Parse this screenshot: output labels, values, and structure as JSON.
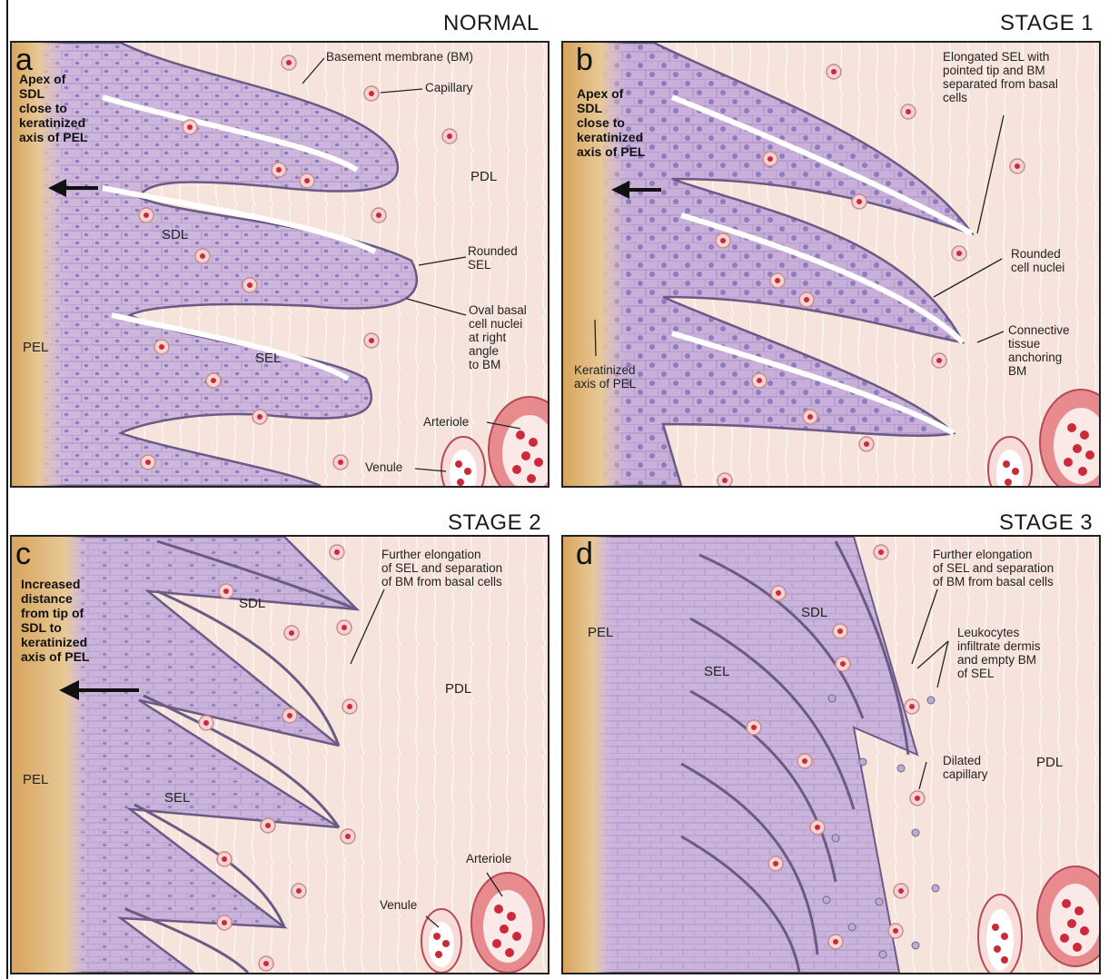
{
  "panels": [
    {
      "id": "a",
      "title": "NORMAL",
      "letter": "a",
      "labels": {
        "apex": "Apex of\nSDL\nclose to\nkeratinized\naxis of PEL",
        "bm": "Basement membrane (BM)",
        "capillary": "Capillary",
        "pdl": "PDL",
        "sdl": "SDL",
        "rounded_sel": "Rounded\nSEL",
        "oval": "Oval basal\ncell nuclei\nat right\nangle\nto BM",
        "pel": "PEL",
        "sel": "SEL",
        "arteriole": "Arteriole",
        "venule": "Venule"
      }
    },
    {
      "id": "b",
      "title": "STAGE 1",
      "letter": "b",
      "labels": {
        "apex": "Apex of\nSDL\nclose to\nkeratinized\naxis of PEL",
        "elongated": "Elongated SEL with\npointed tip and BM\nseparated from basal\ncells",
        "rounded_nuclei": "Rounded\ncell nuclei",
        "connective": "Connective\ntissue\nanchoring\nBM",
        "keratinized": "Keratinized\naxis of PEL"
      }
    },
    {
      "id": "c",
      "title": "STAGE 2",
      "letter": "c",
      "labels": {
        "increased": "Increased\ndistance\nfrom tip of\nSDL to\nkeratinized\naxis of PEL",
        "sdl": "SDL",
        "further": "Further elongation\nof SEL and separation\nof BM from basal cells",
        "pdl": "PDL",
        "pel": "PEL",
        "sel": "SEL",
        "arteriole": "Arteriole",
        "venule": "Venule"
      }
    },
    {
      "id": "d",
      "title": "STAGE 3",
      "letter": "d",
      "labels": {
        "pel": "PEL",
        "sdl": "SDL",
        "sel": "SEL",
        "further": "Further elongation\nof SEL and separation\nof BM from basal cells",
        "leukocytes": "Leukocytes\ninfiltrate dermis\nand empty BM\nof SEL",
        "dilated": "Dilated\ncapillary",
        "pdl": "PDL"
      }
    }
  ],
  "colors": {
    "epidermis": "#c9b3d6",
    "lamella": "#b99cd0",
    "nucleus": "#8f7cc0",
    "outline": "#6a5a84",
    "dermis": "#f6e4dc",
    "keratin": "#d9aa62",
    "blood": "#cc2a3a",
    "vessel_wall": "#e88b8f"
  }
}
